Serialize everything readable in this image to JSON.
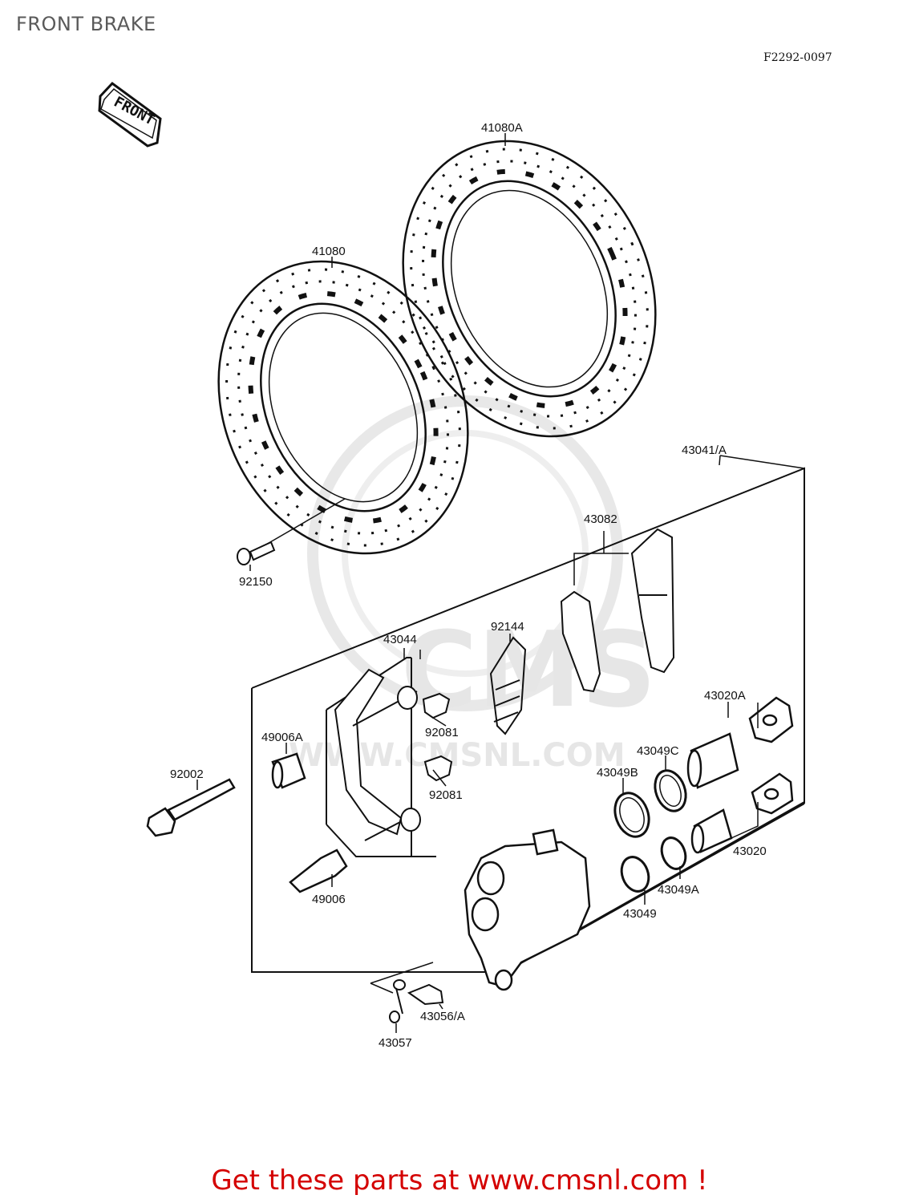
{
  "header": {
    "title": "FRONT BRAKE",
    "drawing_code": "F2292-0097"
  },
  "direction": {
    "text": "FRONT"
  },
  "watermark": {
    "brand": "CMS",
    "url": "WWW.CMSNL.COM"
  },
  "parts": [
    {
      "id": "p41080A",
      "number": "41080A"
    },
    {
      "id": "p41080",
      "number": "41080"
    },
    {
      "id": "p92150",
      "number": "92150"
    },
    {
      "id": "p43041A",
      "number": "43041/A"
    },
    {
      "id": "p43082",
      "number": "43082"
    },
    {
      "id": "p92144",
      "number": "92144"
    },
    {
      "id": "p43044",
      "number": "43044"
    },
    {
      "id": "p49006A",
      "number": "49006A"
    },
    {
      "id": "p92081a",
      "number": "92081"
    },
    {
      "id": "p92081b",
      "number": "92081"
    },
    {
      "id": "p92002",
      "number": "92002"
    },
    {
      "id": "p43020A",
      "number": "43020A"
    },
    {
      "id": "p43049C",
      "number": "43049C"
    },
    {
      "id": "p43049B",
      "number": "43049B"
    },
    {
      "id": "p43020",
      "number": "43020"
    },
    {
      "id": "p49006",
      "number": "49006"
    },
    {
      "id": "p43049A",
      "number": "43049A"
    },
    {
      "id": "p43049",
      "number": "43049"
    },
    {
      "id": "p43056A",
      "number": "43056/A"
    },
    {
      "id": "p43057",
      "number": "43057"
    }
  ],
  "footer": {
    "promo": "Get these parts at www.cmsnl.com !"
  }
}
